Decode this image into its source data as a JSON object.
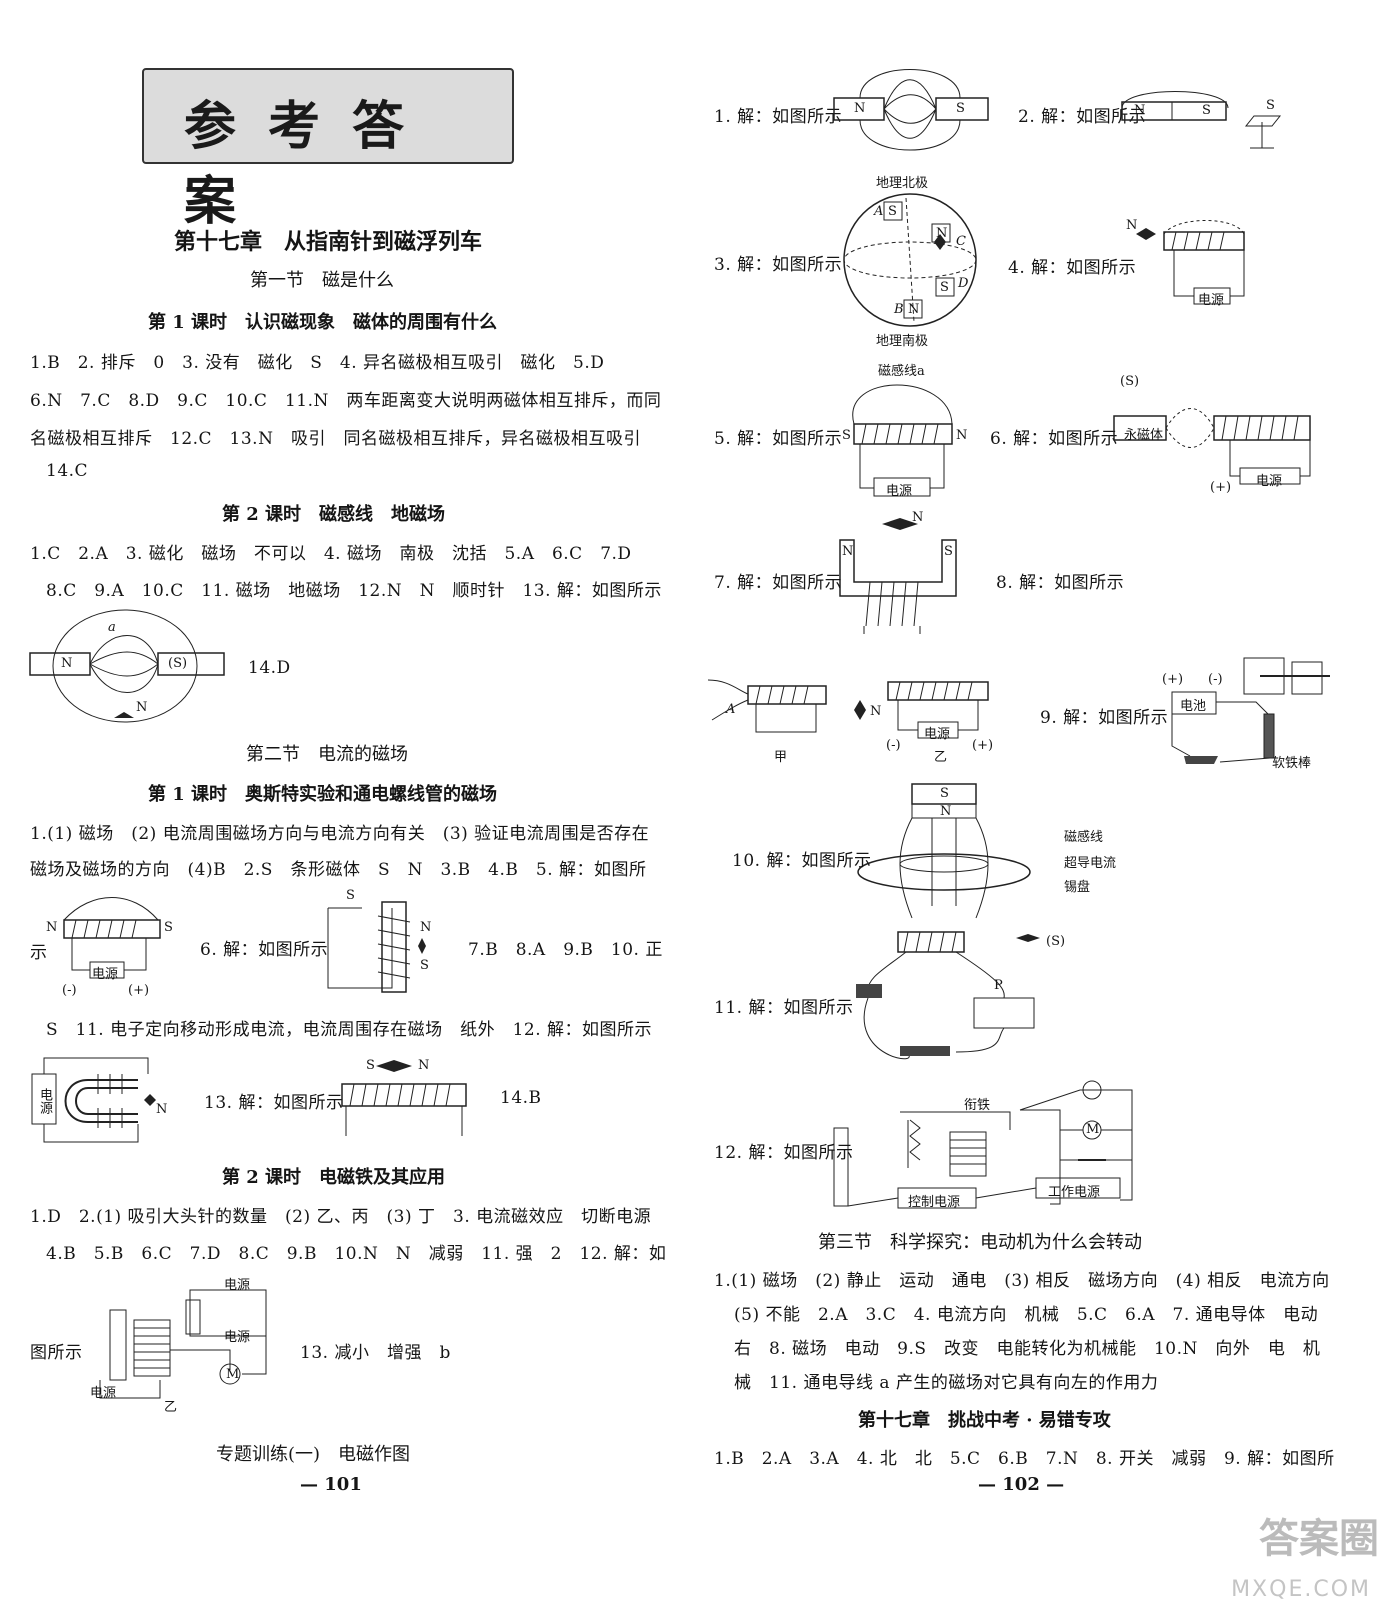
{
  "title": "参考答案",
  "left": {
    "chapter": "第十七章　从指南针到磁浮列车",
    "section1": "第一节　磁是什么",
    "lesson1": "第 1 课时　认识磁现象　磁体的周围有什么",
    "l1_lines": [
      "1.B　2. 排斥　0　3. 没有　磁化　S　4. 异名磁极相互吸引　磁化　5.D",
      "6.N　7.C　8.D　9.C　10.C　11.N　两车距离变大说明两磁体相互排斥，而同",
      "名磁极相互排斥　12.C　13.N　吸引　同名磁极相互排斥，异名磁极相互吸引",
      "14.C"
    ],
    "lesson2": "第 2 课时　磁感线　地磁场",
    "l2_lines": [
      "1.C　2.A　3. 磁化　磁场　不可以　4. 磁场　南极　沈括　5.A　6.C　7.D",
      "8.C　9.A　10.C　11. 磁场　地磁场　12.N　N　顺时针　13. 解：如图所示"
    ],
    "ans14d": "14.D",
    "section2": "第二节　电流的磁场",
    "lesson3": "第 1 课时　奥斯特实验和通电螺线管的磁场",
    "l3_lines": [
      "1.(1) 磁场　(2) 电流周围磁场方向与电流方向有关　(3) 验证电流周围是否存在",
      "磁场及磁场的方向　(4)B　2.S　条形磁体　S　N　3.B　4.B　5. 解：如图所"
    ],
    "l3_shi": "示",
    "l3_q6": "6. 解：如图所示",
    "l3_q7": "7.B　8.A　9.B　10. 正",
    "l3_line3": "S　11. 电子定向移动形成电流，电流周围存在磁场　纸外　12. 解：如图所示",
    "l3_q13": "13. 解：如图所示",
    "l3_q14": "14.B",
    "lesson4": "第 2 课时　电磁铁及其应用",
    "l4_lines": [
      "1.D　2.(1) 吸引大头针的数量　(2) 乙、丙　(3) 丁　3. 电流磁效应　切断电源",
      "4.B　5.B　6.C　7.D　8.C　9.B　10.N　N　减弱　11. 强　2　12. 解：如"
    ],
    "l4_tusuoshi": "图所示",
    "l4_q13": "13. 减小　增强　b",
    "special": "专题训练(一)　电磁作图",
    "page": "— 101"
  },
  "right": {
    "q1": "1. 解：如图所示",
    "q2": "2. 解：如图所示",
    "q3": "3. 解：如图所示",
    "q4": "4. 解：如图所示",
    "q5": "5. 解：如图所示",
    "q6": "6. 解：如图所示",
    "q7": "7. 解：如图所示",
    "q8": "8. 解：如图所示",
    "q9": "9. 解：如图所示",
    "q10": "10. 解：如图所示",
    "q11": "11. 解：如图所示",
    "q12": "12. 解：如图所示",
    "section3": "第三节　科学探究：电动机为什么会转动",
    "s3_lines": [
      "1.(1) 磁场　(2) 静止　运动　通电　(3) 相反　磁场方向　(4) 相反　电流方向",
      "(5) 不能　2.A　3.C　4. 电流方向　机械　5.C　6.A　7. 通电导体　电动",
      "右　8. 磁场　电动　9.S　改变　电能转化为机械能　10.N　向外　电　机",
      "械　11. 通电导线 a 产生的磁场对它具有向左的作用力"
    ],
    "challenge": "第十七章　挑战中考 · 易错专攻",
    "ch_line": "1.B　2.A　3.A　4. 北　北　5.C　6.B　7.N　8. 开关　减弱　9. 解：如图所",
    "page": "— 102 —"
  },
  "figure_labels": {
    "geo_north": "地理北极",
    "geo_south": "地理南极",
    "field_line_a": "磁感线a",
    "permanent_magnet": "永磁体",
    "power": "电源",
    "battery": "电池",
    "soft_iron": "软铁棒",
    "jia": "甲",
    "yi": "乙",
    "mag_line": "磁感线",
    "supercurrent": "超导电流",
    "tin_plate": "锡盘",
    "armature": "衔铁",
    "control_power": "控制电源",
    "work_power": "工作电源",
    "N": "N",
    "S": "S",
    "S_paren": "(S)",
    "plus": "(+)",
    "minus": "(-)",
    "a": "a",
    "A": "A",
    "B": "B",
    "C": "C",
    "D": "D",
    "P": "P",
    "M": "M"
  },
  "watermark": "答案圈",
  "watermark_url": "MXQE.COM"
}
